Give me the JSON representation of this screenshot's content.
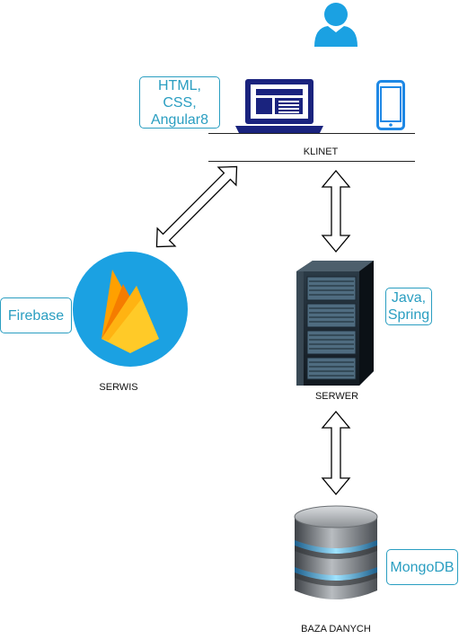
{
  "nodes": {
    "client": {
      "caption": "KLINET",
      "tech": "HTML,\nCSS,\nAngular8"
    },
    "service": {
      "caption": "SERWIS",
      "tech": "Firebase"
    },
    "server": {
      "caption": "SERWER",
      "tech": "Java,\nSpring"
    },
    "database": {
      "caption": "BAZA DANYCH",
      "tech": "MongoDB"
    }
  },
  "colors": {
    "accent": "#2a9ec1",
    "user_icon": "#1ba1e2",
    "laptop": "#1a237e",
    "phone": "#1e88e5",
    "firebase_circle": "#1ba1e2",
    "firebase_flame_yellow": "#ffca28",
    "firebase_flame_orange": "#f57c00"
  },
  "icons": [
    "user-icon",
    "laptop-icon",
    "smartphone-icon",
    "firebase-icon",
    "server-rack-icon",
    "database-icon"
  ]
}
